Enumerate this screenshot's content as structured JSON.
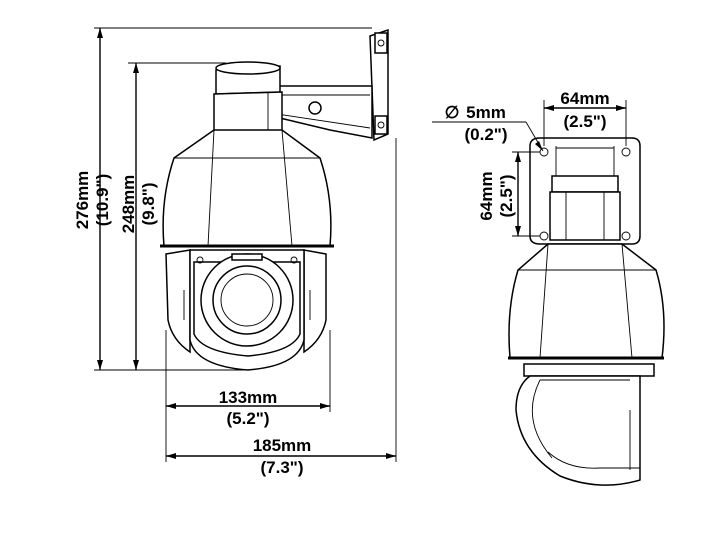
{
  "front_view": {
    "height_overall": {
      "mm": "276mm",
      "inch": "(10.9\")"
    },
    "height_body": {
      "mm": "248mm",
      "inch": "(9.8\")"
    },
    "width_body": {
      "mm": "133mm",
      "inch": "(5.2\")"
    },
    "width_overall": {
      "mm": "185mm",
      "inch": "(7.3\")"
    }
  },
  "side_view": {
    "hole_diameter": {
      "symbol": "∅",
      "mm": "5mm",
      "inch": "(0.2\")"
    },
    "mount_width": {
      "mm": "64mm",
      "inch": "(2.5\")"
    },
    "mount_height": {
      "mm": "64mm",
      "inch": "(2.5\")"
    }
  }
}
